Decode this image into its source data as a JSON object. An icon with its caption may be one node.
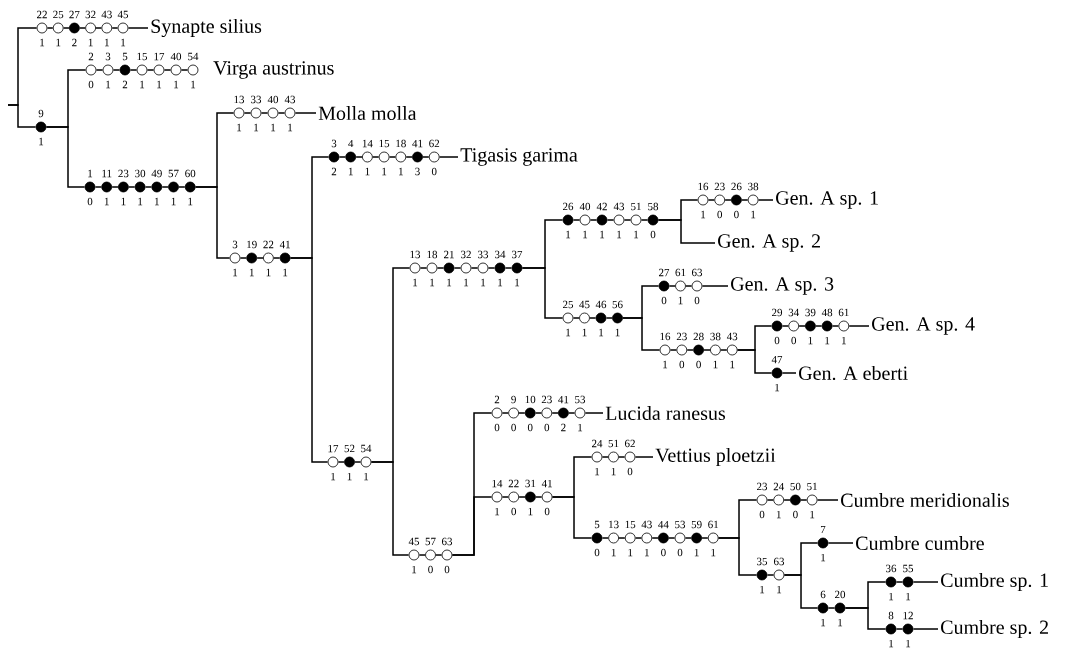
{
  "diagram": {
    "nodes": [
      {
        "text": [
          "22",
          "1"
        ]
      },
      {
        "text": [
          "25",
          "1"
        ]
      },
      {
        "text": [
          "27",
          "2"
        ]
      },
      {
        "text": [
          "32",
          "1"
        ]
      },
      {
        "text": [
          "43",
          "1"
        ]
      },
      {
        "text": [
          "45",
          "1"
        ]
      },
      {
        "text": [
          "Synapte silius"
        ]
      },
      {
        "text": [
          "9",
          "1"
        ]
      },
      {
        "text": [
          "2",
          "0"
        ]
      },
      {
        "text": [
          "3",
          "1"
        ]
      },
      {
        "text": [
          "5",
          "2"
        ]
      },
      {
        "text": [
          "15",
          "1"
        ]
      },
      {
        "text": [
          "17",
          "1"
        ]
      },
      {
        "text": [
          "40",
          "1"
        ]
      },
      {
        "text": [
          "54",
          "1"
        ]
      },
      {
        "text": [
          "Virga austrinus"
        ]
      },
      {
        "text": [
          "1",
          "0"
        ]
      },
      {
        "text": [
          "11",
          "1"
        ]
      },
      {
        "text": [
          "23",
          "1"
        ]
      },
      {
        "text": [
          "30",
          "1"
        ]
      },
      {
        "text": [
          "49",
          "1"
        ]
      },
      {
        "text": [
          "57",
          "1"
        ]
      },
      {
        "text": [
          "60",
          "1"
        ]
      },
      {
        "text": [
          "13",
          "1"
        ]
      },
      {
        "text": [
          "33",
          "1"
        ]
      },
      {
        "text": [
          "40",
          "1"
        ]
      },
      {
        "text": [
          "43",
          "1"
        ]
      },
      {
        "text": [
          "Molla molla"
        ]
      },
      {
        "text": [
          "3",
          "1"
        ]
      },
      {
        "text": [
          "19",
          "1"
        ]
      },
      {
        "text": [
          "22",
          "1"
        ]
      },
      {
        "text": [
          "41",
          "1"
        ]
      },
      {
        "text": [
          "3",
          "2"
        ]
      },
      {
        "text": [
          "4",
          "1"
        ]
      },
      {
        "text": [
          "14",
          "1"
        ]
      },
      {
        "text": [
          "15",
          "1"
        ]
      },
      {
        "text": [
          "18",
          "1"
        ]
      },
      {
        "text": [
          "41",
          "3"
        ]
      },
      {
        "text": [
          "62",
          "0"
        ]
      },
      {
        "text": [
          "Tigasis garima"
        ]
      },
      {
        "text": [
          "17",
          "1"
        ]
      },
      {
        "text": [
          "52",
          "1"
        ]
      },
      {
        "text": [
          "54",
          "1"
        ]
      },
      {
        "text": [
          "13",
          "1"
        ]
      },
      {
        "text": [
          "18",
          "1"
        ]
      },
      {
        "text": [
          "21",
          "1"
        ]
      },
      {
        "text": [
          "32",
          "1"
        ]
      },
      {
        "text": [
          "33",
          "1"
        ]
      },
      {
        "text": [
          "34",
          "1"
        ]
      },
      {
        "text": [
          "37",
          "1"
        ]
      },
      {
        "text": [
          "26",
          "1"
        ]
      },
      {
        "text": [
          "40",
          "1"
        ]
      },
      {
        "text": [
          "42",
          "1"
        ]
      },
      {
        "text": [
          "43",
          "1"
        ]
      },
      {
        "text": [
          "51",
          "1"
        ]
      },
      {
        "text": [
          "58",
          "0"
        ]
      },
      {
        "text": [
          "16",
          "1"
        ]
      },
      {
        "text": [
          "23",
          "0"
        ]
      },
      {
        "text": [
          "26",
          "0"
        ]
      },
      {
        "text": [
          "38",
          "1"
        ]
      },
      {
        "text": [
          "Gen. A sp. 1"
        ]
      },
      {
        "text": [
          "Gen. A sp. 2"
        ]
      },
      {
        "text": [
          "25",
          "1"
        ]
      },
      {
        "text": [
          "45",
          "1"
        ]
      },
      {
        "text": [
          "46",
          "1"
        ]
      },
      {
        "text": [
          "56",
          "1"
        ]
      },
      {
        "text": [
          "27",
          "0"
        ]
      },
      {
        "text": [
          "61",
          "1"
        ]
      },
      {
        "text": [
          "63",
          "0"
        ]
      },
      {
        "text": [
          "Gen. A sp. 3"
        ]
      },
      {
        "text": [
          "16",
          "1"
        ]
      },
      {
        "text": [
          "23",
          "0"
        ]
      },
      {
        "text": [
          "28",
          "0"
        ]
      },
      {
        "text": [
          "38",
          "1"
        ]
      },
      {
        "text": [
          "43",
          "1"
        ]
      },
      {
        "text": [
          "29",
          "0"
        ]
      },
      {
        "text": [
          "34",
          "0"
        ]
      },
      {
        "text": [
          "39",
          "1"
        ]
      },
      {
        "text": [
          "48",
          "1"
        ]
      },
      {
        "text": [
          "61",
          "1"
        ]
      },
      {
        "text": [
          "Gen. A sp. 4"
        ]
      },
      {
        "text": [
          "47",
          "1"
        ]
      },
      {
        "text": [
          "Gen. A eberti"
        ]
      },
      {
        "text": [
          "45",
          "1"
        ]
      },
      {
        "text": [
          "57",
          "0"
        ]
      },
      {
        "text": [
          "63",
          "0"
        ]
      },
      {
        "text": [
          "2",
          "0"
        ]
      },
      {
        "text": [
          "9",
          "0"
        ]
      },
      {
        "text": [
          "10",
          "0"
        ]
      },
      {
        "text": [
          "23",
          "0"
        ]
      },
      {
        "text": [
          "41",
          "2"
        ]
      },
      {
        "text": [
          "53",
          "1"
        ]
      },
      {
        "text": [
          "Lucida ranesus"
        ]
      },
      {
        "text": [
          "14",
          "1"
        ]
      },
      {
        "text": [
          "22",
          "0"
        ]
      },
      {
        "text": [
          "31",
          "1"
        ]
      },
      {
        "text": [
          "41",
          "0"
        ]
      },
      {
        "text": [
          "24",
          "1"
        ]
      },
      {
        "text": [
          "51",
          "1"
        ]
      },
      {
        "text": [
          "62",
          "0"
        ]
      },
      {
        "text": [
          "Vettius ploetzii"
        ]
      },
      {
        "text": [
          "5",
          "0"
        ]
      },
      {
        "text": [
          "13",
          "1"
        ]
      },
      {
        "text": [
          "15",
          "1"
        ]
      },
      {
        "text": [
          "43",
          "1"
        ]
      },
      {
        "text": [
          "44",
          "0"
        ]
      },
      {
        "text": [
          "53",
          "0"
        ]
      },
      {
        "text": [
          "59",
          "1"
        ]
      },
      {
        "text": [
          "61",
          "1"
        ]
      },
      {
        "text": [
          "23",
          "0"
        ]
      },
      {
        "text": [
          "24",
          "1"
        ]
      },
      {
        "text": [
          "50",
          "0"
        ]
      },
      {
        "text": [
          "51",
          "1"
        ]
      },
      {
        "text": [
          "Cumbre meridionalis"
        ]
      },
      {
        "text": [
          "35",
          "1"
        ]
      },
      {
        "text": [
          "63",
          "1"
        ]
      },
      {
        "text": [
          "7",
          "1"
        ]
      },
      {
        "text": [
          "Cumbre cumbre"
        ]
      },
      {
        "text": [
          "6",
          "1"
        ]
      },
      {
        "text": [
          "20",
          "1"
        ]
      },
      {
        "text": [
          "36",
          "1"
        ]
      },
      {
        "text": [
          "55",
          "1"
        ]
      },
      {
        "text": [
          "Cumbre sp. 1"
        ]
      },
      {
        "text": [
          "8",
          "1"
        ]
      },
      {
        "text": [
          "12",
          "1"
        ]
      },
      {
        "text": [
          "Cumbre sp. 2"
        ]
      }
    ],
    "edges": [
      {
        "from": null,
        "to": 0,
        "arrow": "none"
      },
      {
        "from": 0,
        "to": 1,
        "arrow": "none"
      },
      {
        "from": 1,
        "to": 2,
        "arrow": "none"
      },
      {
        "from": 2,
        "to": 3,
        "arrow": "none"
      },
      {
        "from": 3,
        "to": 4,
        "arrow": "none"
      },
      {
        "from": 4,
        "to": 5,
        "arrow": "none"
      },
      {
        "from": 5,
        "to": 6,
        "arrow": "none"
      },
      {
        "from": null,
        "to": 7,
        "arrow": "none"
      },
      {
        "from": 7,
        "to": 8,
        "arrow": "none"
      },
      {
        "from": 8,
        "to": 9,
        "arrow": "none"
      },
      {
        "from": 9,
        "to": 10,
        "arrow": "none"
      },
      {
        "from": 10,
        "to": 11,
        "arrow": "none"
      },
      {
        "from": 11,
        "to": 12,
        "arrow": "none"
      },
      {
        "from": 12,
        "to": 13,
        "arrow": "none"
      },
      {
        "from": 13,
        "to": 14,
        "arrow": "none"
      },
      {
        "from": 7,
        "to": 16,
        "arrow": "none"
      },
      {
        "from": 16,
        "to": 17,
        "arrow": "none"
      },
      {
        "from": 17,
        "to": 18,
        "arrow": "none"
      },
      {
        "from": 18,
        "to": 19,
        "arrow": "none"
      },
      {
        "from": 19,
        "to": 20,
        "arrow": "none"
      },
      {
        "from": 20,
        "to": 21,
        "arrow": "none"
      },
      {
        "from": 21,
        "to": 22,
        "arrow": "none"
      },
      {
        "from": 22,
        "to": 23,
        "arrow": "none"
      },
      {
        "from": 23,
        "to": 24,
        "arrow": "none"
      },
      {
        "from": 24,
        "to": 25,
        "arrow": "none"
      },
      {
        "from": 25,
        "to": 26,
        "arrow": "none"
      },
      {
        "from": 26,
        "to": 27,
        "arrow": "none"
      },
      {
        "from": 22,
        "to": 28,
        "arrow": "none"
      },
      {
        "from": 28,
        "to": 29,
        "arrow": "none"
      },
      {
        "from": 29,
        "to": 30,
        "arrow": "none"
      },
      {
        "from": 30,
        "to": 31,
        "arrow": "none"
      },
      {
        "from": 31,
        "to": 32,
        "arrow": "none"
      },
      {
        "from": 32,
        "to": 33,
        "arrow": "none"
      },
      {
        "from": 33,
        "to": 34,
        "arrow": "none"
      },
      {
        "from": 34,
        "to": 35,
        "arrow": "none"
      },
      {
        "from": 35,
        "to": 36,
        "arrow": "none"
      },
      {
        "from": 36,
        "to": 37,
        "arrow": "none"
      },
      {
        "from": 37,
        "to": 38,
        "arrow": "none"
      },
      {
        "from": 38,
        "to": 39,
        "arrow": "none"
      },
      {
        "from": 31,
        "to": 40,
        "arrow": "none"
      },
      {
        "from": 40,
        "to": 41,
        "arrow": "none"
      },
      {
        "from": 41,
        "to": 42,
        "arrow": "none"
      },
      {
        "from": 42,
        "to": 43,
        "arrow": "none"
      },
      {
        "from": 43,
        "to": 44,
        "arrow": "none"
      },
      {
        "from": 44,
        "to": 45,
        "arrow": "none"
      },
      {
        "from": 45,
        "to": 46,
        "arrow": "none"
      },
      {
        "from": 46,
        "to": 47,
        "arrow": "none"
      },
      {
        "from": 47,
        "to": 48,
        "arrow": "none"
      },
      {
        "from": 48,
        "to": 49,
        "arrow": "none"
      },
      {
        "from": 49,
        "to": 50,
        "arrow": "none"
      },
      {
        "from": 50,
        "to": 51,
        "arrow": "none"
      },
      {
        "from": 51,
        "to": 52,
        "arrow": "none"
      },
      {
        "from": 52,
        "to": 53,
        "arrow": "none"
      },
      {
        "from": 53,
        "to": 54,
        "arrow": "none"
      },
      {
        "from": 54,
        "to": 55,
        "arrow": "none"
      },
      {
        "from": 55,
        "to": 56,
        "arrow": "none"
      },
      {
        "from": 56,
        "to": 57,
        "arrow": "none"
      },
      {
        "from": 57,
        "to": 58,
        "arrow": "none"
      },
      {
        "from": 58,
        "to": 59,
        "arrow": "none"
      },
      {
        "from": 59,
        "to": 60,
        "arrow": "none"
      },
      {
        "from": 55,
        "to": 61,
        "arrow": "none"
      },
      {
        "from": 49,
        "to": 62,
        "arrow": "none"
      },
      {
        "from": 62,
        "to": 63,
        "arrow": "none"
      },
      {
        "from": 63,
        "to": 64,
        "arrow": "none"
      },
      {
        "from": 64,
        "to": 65,
        "arrow": "none"
      },
      {
        "from": 65,
        "to": 66,
        "arrow": "none"
      },
      {
        "from": 66,
        "to": 67,
        "arrow": "none"
      },
      {
        "from": 67,
        "to": 68,
        "arrow": "none"
      },
      {
        "from": 68,
        "to": 69,
        "arrow": "none"
      },
      {
        "from": 65,
        "to": 70,
        "arrow": "none"
      },
      {
        "from": 70,
        "to": 71,
        "arrow": "none"
      },
      {
        "from": 71,
        "to": 72,
        "arrow": "none"
      },
      {
        "from": 72,
        "to": 73,
        "arrow": "none"
      },
      {
        "from": 73,
        "to": 74,
        "arrow": "none"
      },
      {
        "from": 74,
        "to": 75,
        "arrow": "none"
      },
      {
        "from": 75,
        "to": 76,
        "arrow": "none"
      },
      {
        "from": 76,
        "to": 77,
        "arrow": "none"
      },
      {
        "from": 77,
        "to": 78,
        "arrow": "none"
      },
      {
        "from": 78,
        "to": 79,
        "arrow": "none"
      },
      {
        "from": 79,
        "to": 80,
        "arrow": "none"
      },
      {
        "from": 74,
        "to": 81,
        "arrow": "none"
      },
      {
        "from": 81,
        "to": 82,
        "arrow": "none"
      },
      {
        "from": 42,
        "to": 83,
        "arrow": "none"
      },
      {
        "from": 83,
        "to": 84,
        "arrow": "none"
      },
      {
        "from": 84,
        "to": 85,
        "arrow": "none"
      },
      {
        "from": 85,
        "to": 86,
        "arrow": "none"
      },
      {
        "from": 86,
        "to": 87,
        "arrow": "none"
      },
      {
        "from": 87,
        "to": 88,
        "arrow": "none"
      },
      {
        "from": 88,
        "to": 89,
        "arrow": "none"
      },
      {
        "from": 89,
        "to": 90,
        "arrow": "none"
      },
      {
        "from": 90,
        "to": 91,
        "arrow": "none"
      },
      {
        "from": 91,
        "to": 92,
        "arrow": "none"
      },
      {
        "from": 85,
        "to": 93,
        "arrow": "none"
      },
      {
        "from": 93,
        "to": 94,
        "arrow": "none"
      },
      {
        "from": 94,
        "to": 95,
        "arrow": "none"
      },
      {
        "from": 95,
        "to": 96,
        "arrow": "none"
      },
      {
        "from": 96,
        "to": 97,
        "arrow": "none"
      },
      {
        "from": 97,
        "to": 98,
        "arrow": "none"
      },
      {
        "from": 98,
        "to": 99,
        "arrow": "none"
      },
      {
        "from": 99,
        "to": 100,
        "arrow": "none"
      },
      {
        "from": 96,
        "to": 101,
        "arrow": "none"
      },
      {
        "from": 101,
        "to": 102,
        "arrow": "none"
      },
      {
        "from": 102,
        "to": 103,
        "arrow": "none"
      },
      {
        "from": 103,
        "to": 104,
        "arrow": "none"
      },
      {
        "from": 104,
        "to": 105,
        "arrow": "none"
      },
      {
        "from": 105,
        "to": 106,
        "arrow": "none"
      },
      {
        "from": 106,
        "to": 107,
        "arrow": "none"
      },
      {
        "from": 107,
        "to": 108,
        "arrow": "none"
      },
      {
        "from": 108,
        "to": 109,
        "arrow": "none"
      },
      {
        "from": 109,
        "to": 110,
        "arrow": "none"
      },
      {
        "from": 110,
        "to": 111,
        "arrow": "none"
      },
      {
        "from": 111,
        "to": 112,
        "arrow": "none"
      },
      {
        "from": 112,
        "to": 113,
        "arrow": "none"
      },
      {
        "from": 108,
        "to": 114,
        "arrow": "none"
      },
      {
        "from": 114,
        "to": 115,
        "arrow": "none"
      },
      {
        "from": 115,
        "to": 116,
        "arrow": "none"
      },
      {
        "from": 116,
        "to": 117,
        "arrow": "none"
      },
      {
        "from": 115,
        "to": 118,
        "arrow": "none"
      },
      {
        "from": 118,
        "to": 119,
        "arrow": "none"
      },
      {
        "from": 119,
        "to": 120,
        "arrow": "none"
      },
      {
        "from": 120,
        "to": 121,
        "arrow": "none"
      },
      {
        "from": 121,
        "to": 122,
        "arrow": "none"
      },
      {
        "from": 119,
        "to": 123,
        "arrow": "none"
      },
      {
        "from": 123,
        "to": 124,
        "arrow": "none"
      },
      {
        "from": 124,
        "to": 125,
        "arrow": "none"
      }
    ]
  }
}
